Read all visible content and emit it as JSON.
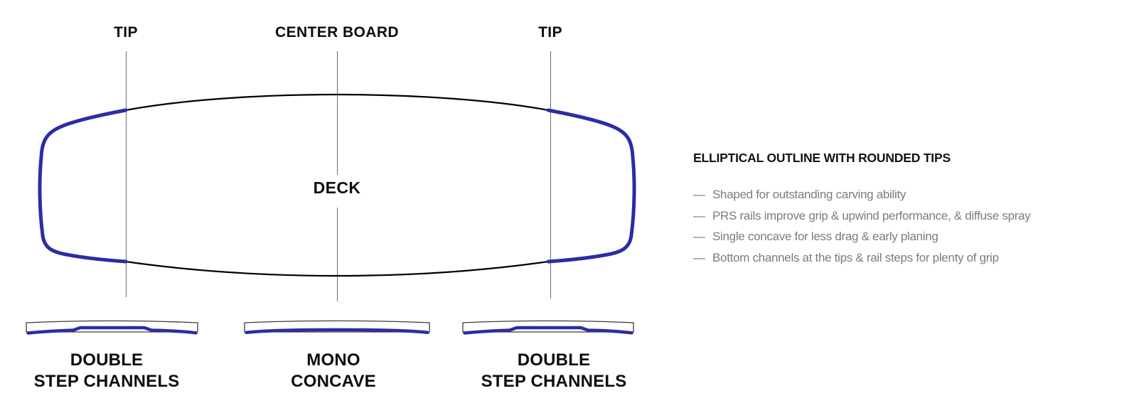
{
  "diagram": {
    "top_labels": [
      {
        "label": "TIP"
      },
      {
        "label": "CENTER BOARD"
      },
      {
        "label": "TIP"
      }
    ],
    "deck_label": "DECK",
    "cross_sections": [
      {
        "line1": "DOUBLE",
        "line2": "STEP CHANNELS"
      },
      {
        "line1": "MONO",
        "line2": "CONCAVE"
      },
      {
        "line1": "DOUBLE",
        "line2": "STEP CHANNELS"
      }
    ],
    "colors": {
      "rail_blue": "#2c2ca6",
      "outline_black": "#000000",
      "guide_line_gray": "#6e6e6e",
      "body_text_gray": "#7b7c7e"
    }
  },
  "features": {
    "heading": "ELLIPTICAL OUTLINE WITH ROUNDED TIPS",
    "bullet": "—",
    "items": [
      "Shaped for outstanding carving ability",
      "PRS rails improve grip & upwind performance, & diffuse spray",
      "Single concave for less drag & early planing",
      "Bottom channels at the tips & rail steps for plenty of grip"
    ]
  }
}
